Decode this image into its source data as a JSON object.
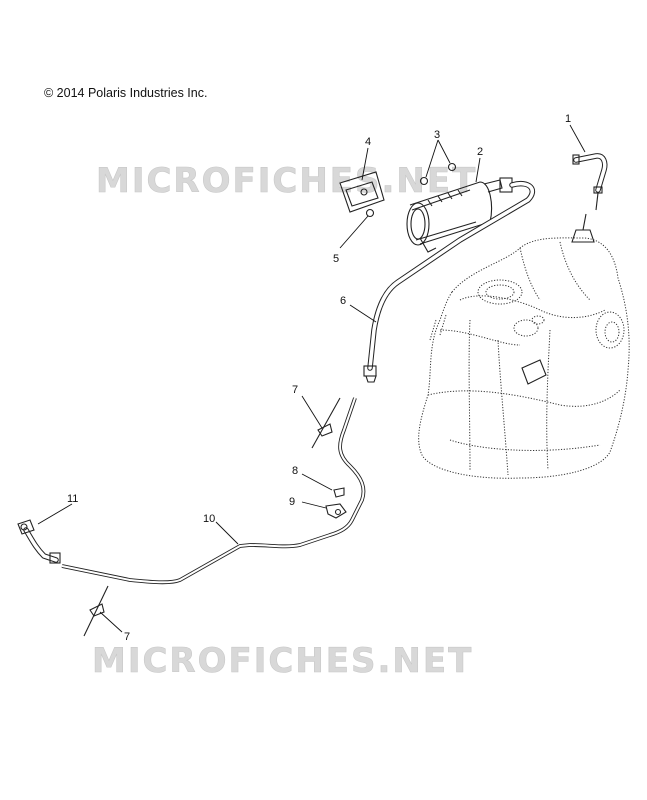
{
  "copyright": "© 2014 Polaris Industries Inc.",
  "watermark": "MICROFICHES.NET",
  "colors": {
    "line": "#222222",
    "watermark": "#d8d8d8",
    "background": "#ffffff"
  },
  "callouts": {
    "c1": "1",
    "c2": "2",
    "c3": "3",
    "c4": "4",
    "c5": "5",
    "c6": "6",
    "c7a": "7",
    "c7b": "7",
    "c8": "8",
    "c9": "9",
    "c10": "10",
    "c11": "11"
  }
}
